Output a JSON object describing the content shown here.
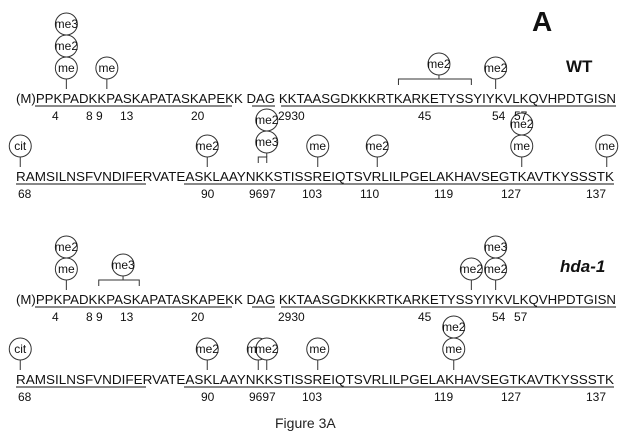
{
  "figure": {
    "panel_letter": "A",
    "caption": "Figure 3A"
  },
  "panels": [
    {
      "condition": "WT",
      "italic": false,
      "line1": "(M)PPKPADKKPASKAPATASKAPEKK DAG KKTAASGDKKKRTKARKETYSSYIYKVLKQVHPDTGISN",
      "line2": "RAMSILNSFVNDIFERVATEASKLAAYNKKSTISSREIQTSVRLILPGELAKHAVSEGTKAVTKYSSSTK",
      "modifications": [
        {
          "line": 1,
          "residue": 4,
          "marks": [
            "me",
            "me2",
            "me3"
          ]
        },
        {
          "line": 1,
          "residue": 9,
          "marks": [
            "me"
          ]
        },
        {
          "line": 1,
          "residue": 50,
          "marks": [
            "me2"
          ],
          "bracket": [
            45,
            54
          ]
        },
        {
          "line": 1,
          "residue": 57,
          "marks": [
            "me2"
          ]
        },
        {
          "line": 2,
          "residue": 68,
          "marks": [
            "cit"
          ]
        },
        {
          "line": 2,
          "residue": 90,
          "marks": [
            "me2"
          ]
        },
        {
          "line": 2,
          "residue": 97,
          "marks": [
            "me3",
            "me2"
          ],
          "bracket": [
            96,
            97
          ]
        },
        {
          "line": 2,
          "residue": 103,
          "marks": [
            "me"
          ]
        },
        {
          "line": 2,
          "residue": 110,
          "marks": [
            "me2"
          ]
        },
        {
          "line": 2,
          "residue": 127,
          "marks": [
            "me",
            "me2"
          ]
        },
        {
          "line": 2,
          "residue": 137,
          "marks": [
            "me"
          ]
        }
      ],
      "numbers_line1": [
        "4",
        "8",
        "9",
        "13",
        "20",
        "2930",
        "45",
        "54",
        "57"
      ],
      "numbers_line2": [
        "68",
        "90",
        "9697",
        "103",
        "110",
        "119",
        "127",
        "137"
      ]
    },
    {
      "condition": "hda-1",
      "italic": true,
      "line1": "(M)PPKPADKKPASKAPATASKAPEKK DAG KKTAASGDKKKRTKARKETYSSYIYKVLKQVHPDTGISN",
      "line2": "RAMSILNSFVNDIFERVATEASKLAAYNKKSTISSREIQTSVRLILPGELAKHAVSEGTKAVTKYSSSTK",
      "modifications": [
        {
          "line": 1,
          "residue": 4,
          "marks": [
            "me",
            "me2"
          ]
        },
        {
          "line": 1,
          "residue": 11,
          "marks": [
            "me3"
          ],
          "bracket": [
            8,
            13
          ]
        },
        {
          "line": 1,
          "residue": 54,
          "marks": [
            "me2"
          ]
        },
        {
          "line": 1,
          "residue": 57,
          "marks": [
            "me2",
            "me3"
          ]
        },
        {
          "line": 2,
          "residue": 68,
          "marks": [
            "cit"
          ]
        },
        {
          "line": 2,
          "residue": 90,
          "marks": [
            "me2"
          ]
        },
        {
          "line": 2,
          "residue": 96,
          "marks": [
            "me2"
          ]
        },
        {
          "line": 2,
          "residue": 97,
          "marks": [
            "me2"
          ]
        },
        {
          "line": 2,
          "residue": 103,
          "marks": [
            "me"
          ]
        },
        {
          "line": 2,
          "residue": 119,
          "marks": [
            "me",
            "me2"
          ]
        }
      ],
      "numbers_line1": [
        "4",
        "8",
        "9",
        "13",
        "20",
        "2930",
        "45",
        "54",
        "57"
      ],
      "numbers_line2": [
        "68",
        "90",
        "9697",
        "103",
        "119",
        "127",
        "137"
      ]
    }
  ]
}
